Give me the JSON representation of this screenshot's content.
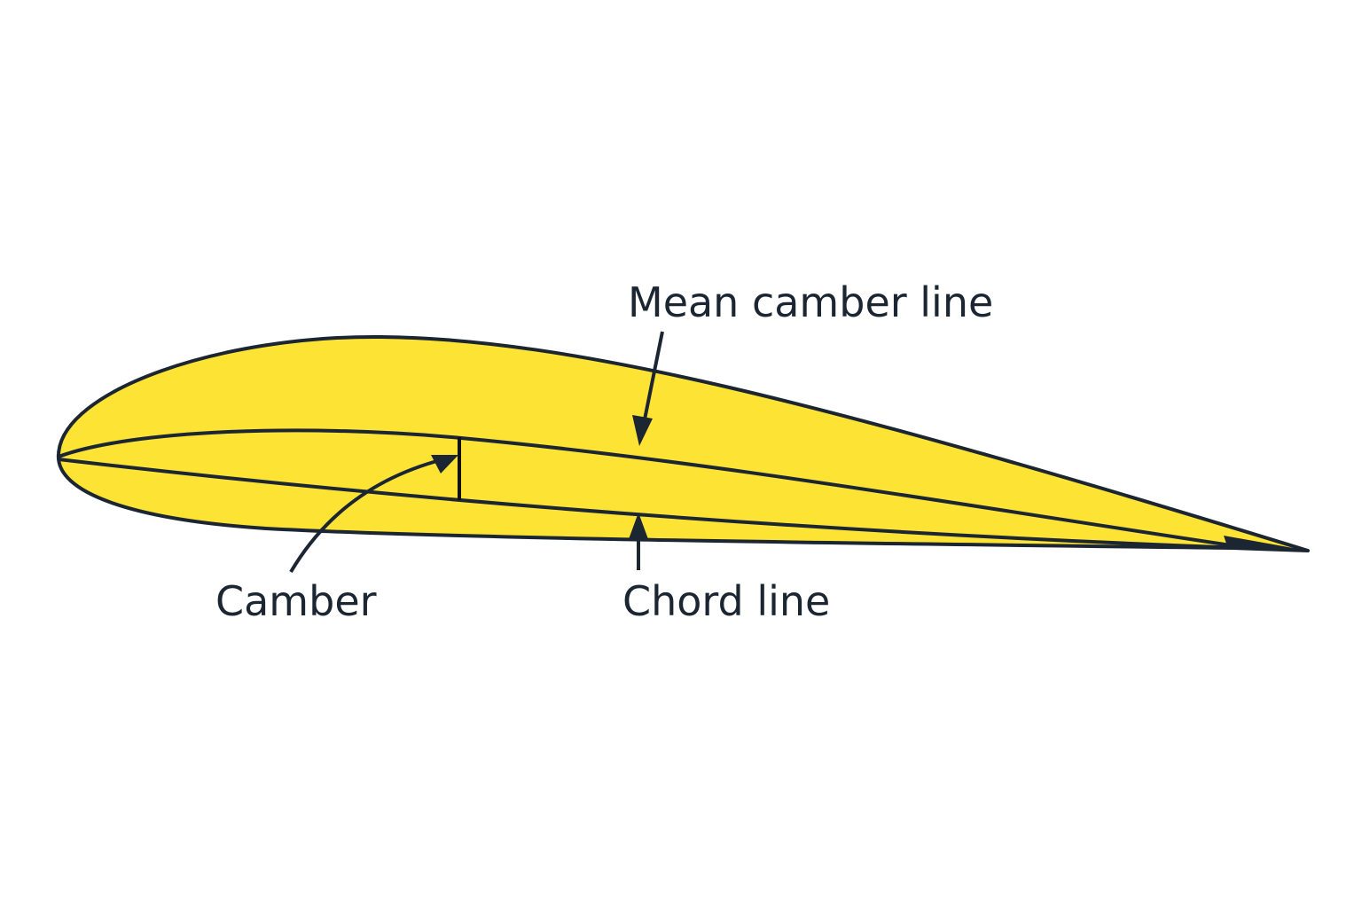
{
  "title": "Airfoil terminology",
  "labels": {
    "mean_camber_line": "Mean camber line",
    "camber": "Camber",
    "chord_line": "Chord line"
  },
  "colors": {
    "airfoil_fill": "#fde334",
    "stroke": "#1c2633",
    "background": "#ffffff"
  }
}
